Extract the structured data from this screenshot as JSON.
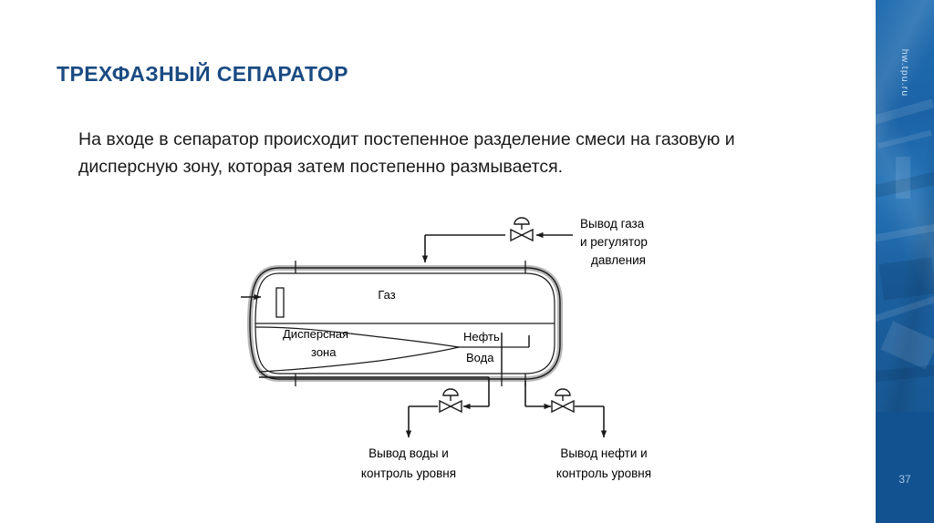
{
  "slide": {
    "title": "ТРЕХФАЗНЫЙ СЕПАРАТОР",
    "body": "На входе в сепаратор происходит постепенное разделение смеси на газовую и дисперсную зону, которая затем постепенно размывается.",
    "page_number": "37"
  },
  "sidebar": {
    "url": "hw.tpu.ru",
    "background_color": "#1a5a97",
    "solid_color": "#135290"
  },
  "colors": {
    "title": "#1a4b82",
    "body": "#1a1a1a",
    "diagram_stroke": "#1a1a1a",
    "vessel_wall": "#c8c8c8"
  },
  "diagram": {
    "name": "three-phase-separator-schematic",
    "vessel_labels": [
      {
        "id": "gas",
        "text": "Газ"
      },
      {
        "id": "dispersion-zone-line1",
        "text": "Дисперсная"
      },
      {
        "id": "dispersion-zone-line2",
        "text": "зона"
      },
      {
        "id": "oil",
        "text": "Нефть"
      },
      {
        "id": "water",
        "text": "Вода"
      }
    ],
    "callouts": [
      {
        "id": "gas-outlet",
        "lines": [
          "Вывод газа",
          "и регулятор",
          "давления"
        ]
      },
      {
        "id": "water-outlet",
        "lines": [
          "Вывод воды и",
          "контроль уровня"
        ]
      },
      {
        "id": "oil-outlet",
        "lines": [
          "Вывод нефти и",
          "контроль уровня"
        ]
      }
    ],
    "valves": [
      {
        "id": "gas-control-valve",
        "type": "control-valve"
      },
      {
        "id": "water-control-valve",
        "type": "control-valve"
      },
      {
        "id": "oil-control-valve",
        "type": "control-valve"
      }
    ],
    "components": [
      {
        "id": "inlet-arrow",
        "type": "flow-arrow"
      },
      {
        "id": "inlet-deflector",
        "type": "baffle-plate"
      },
      {
        "id": "weir-plate",
        "type": "weir"
      },
      {
        "id": "oil-bucket",
        "type": "collection-chamber"
      },
      {
        "id": "dispersion-wedge",
        "type": "interface-profile"
      }
    ]
  }
}
